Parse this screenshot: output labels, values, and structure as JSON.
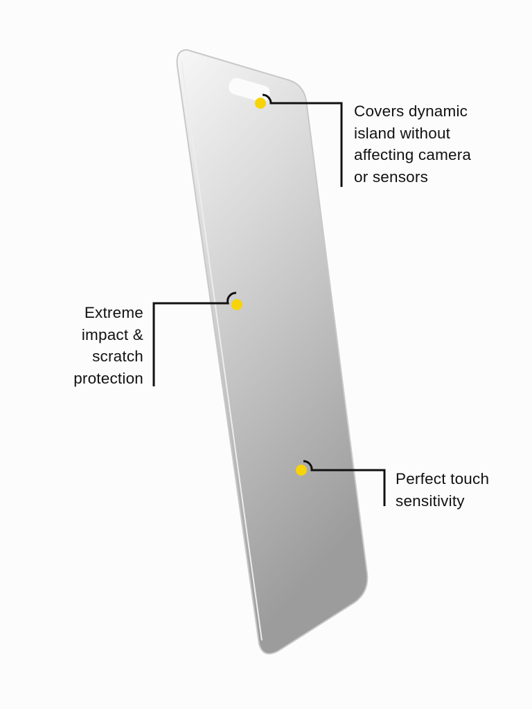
{
  "callouts": [
    {
      "lines": [
        "Covers dynamic",
        "island without",
        "affecting camera",
        "or sensors"
      ]
    },
    {
      "lines": [
        "Extreme",
        "impact &",
        "scratch",
        "protection"
      ]
    },
    {
      "lines": [
        "Perfect touch",
        "sensitivity"
      ]
    }
  ],
  "colors": {
    "marker": "#f7d40a",
    "line": "#111111",
    "background": "#fcfcfc"
  }
}
